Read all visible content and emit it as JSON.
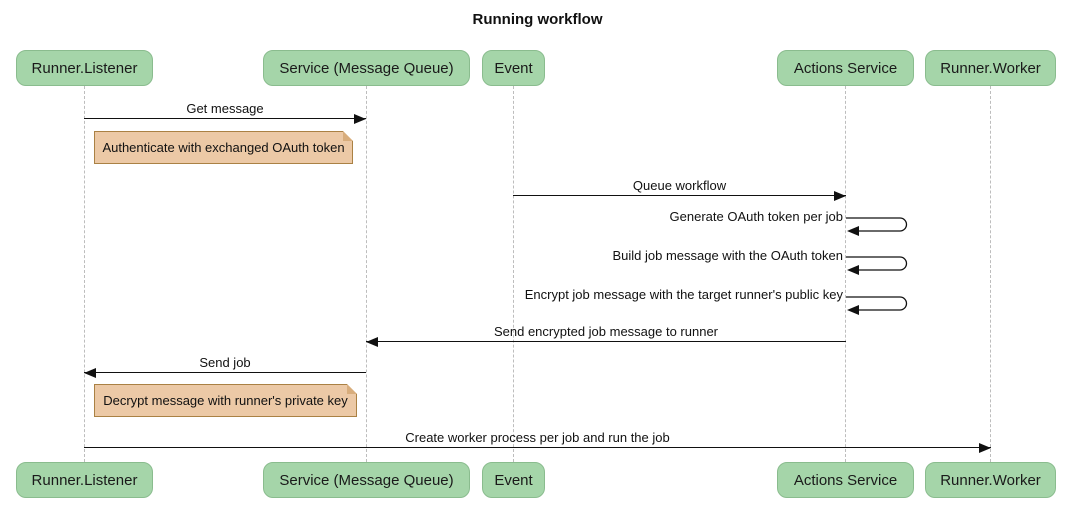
{
  "title": "Running workflow",
  "colors": {
    "participant_fill": "#a5d5a9",
    "participant_border": "#8abc8e",
    "note_fill": "#ecc9a6",
    "note_border": "#aa8144",
    "lifeline": "#bdbdbd",
    "line": "#111111",
    "background": "#ffffff"
  },
  "participants": [
    {
      "label": "Runner.Listener"
    },
    {
      "label": "Service (Message Queue)"
    },
    {
      "label": "Event"
    },
    {
      "label": "Actions Service"
    },
    {
      "label": "Runner.Worker"
    }
  ],
  "messages": [
    {
      "from": "Runner.Listener",
      "to": "Service (Message Queue)",
      "label": "Get message",
      "direction": "right"
    },
    {
      "from": "Event",
      "to": "Actions Service",
      "label": "Queue workflow",
      "direction": "right"
    },
    {
      "from": "Actions Service",
      "to": "Actions Service",
      "label": "Generate OAuth token per job",
      "direction": "self"
    },
    {
      "from": "Actions Service",
      "to": "Actions Service",
      "label": "Build job message with the OAuth token",
      "direction": "self"
    },
    {
      "from": "Actions Service",
      "to": "Actions Service",
      "label": "Encrypt job message with the target runner's public key",
      "direction": "self"
    },
    {
      "from": "Actions Service",
      "to": "Service (Message Queue)",
      "label": "Send encrypted job message to runner",
      "direction": "left"
    },
    {
      "from": "Service (Message Queue)",
      "to": "Runner.Listener",
      "label": "Send job",
      "direction": "left"
    },
    {
      "from": "Runner.Listener",
      "to": "Runner.Worker",
      "label": "Create worker process per job and run the job",
      "direction": "right"
    }
  ],
  "notes": [
    {
      "attached_to": "Runner.Listener",
      "label": "Authenticate with exchanged OAuth token"
    },
    {
      "attached_to": "Runner.Listener",
      "label": "Decrypt message with runner's private key"
    }
  ]
}
